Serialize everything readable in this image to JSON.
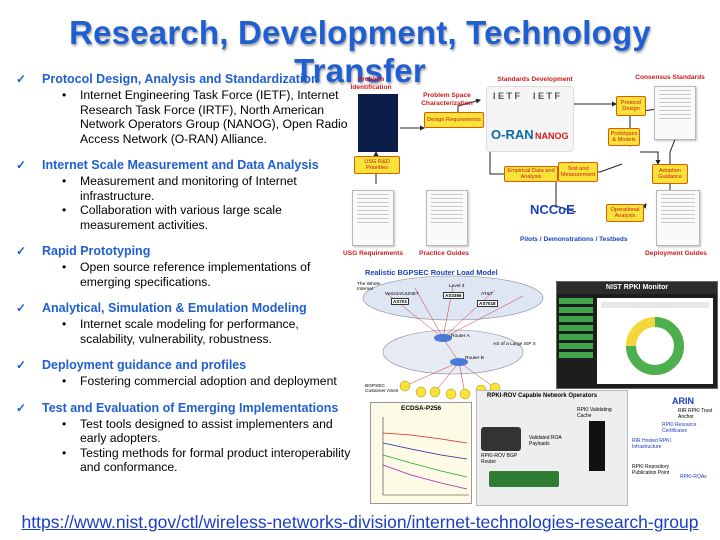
{
  "slide": {
    "title": "Research, Development, Technology Transfer",
    "url": "https://www.nist.gov/ctl/wireless-networks-division/internet-technologies-research-group"
  },
  "bullets": [
    {
      "heading": "Protocol Design, Analysis and Standardization",
      "items": [
        "Internet Engineering Task Force (IETF), Internet Research Task Force (IRTF), North American Network Operators Group (NANOG), Open Radio Access Network (O-RAN) Alliance."
      ]
    },
    {
      "heading": "Internet Scale Measurement and Data Analysis",
      "items": [
        "Measurement and monitoring of Internet infrastructure.",
        "Collaboration with various large scale measurement activities."
      ]
    },
    {
      "heading": "Rapid Prototyping",
      "items": [
        "Open source reference implementations of emerging specifications."
      ]
    },
    {
      "heading": "Analytical, Simulation & Emulation Modeling",
      "items": [
        "Internet scale modeling for performance, scalability, vulnerability, robustness."
      ]
    },
    {
      "heading": "Deployment guidance and profiles",
      "items": [
        "Fostering commercial adoption and deployment"
      ]
    },
    {
      "heading": "Test and Evaluation of Emerging Implementations",
      "items": [
        "Test tools designed to assist implementers and early adopters.",
        "Testing methods for formal product interoperability and conformance."
      ]
    }
  ],
  "diagram": {
    "problem_identification": "Problem Identification",
    "problem_space": "Problem Space Characterization",
    "standards_development": "Standards Development",
    "consensus_standards": "Consensus Standards",
    "design_requirements": "Design Requirements",
    "usg_priorities": "USG R&D Priorities",
    "protocol_design": "Protocol Design",
    "prototypes_models": "Prototypes & Models",
    "adoption_guidance": "Adoption Guidance",
    "empirical": "Empirical Data and Analysis",
    "test_measurement": "Test and Measurement",
    "operational_analysis": "Operational Analysis",
    "pilots": "Pilots / Demonstrations / Testbeds",
    "usg_requirements": "USG Requirements",
    "practice_guides": "Practice Guides",
    "deployment_guides": "Deployment Guides",
    "logos": {
      "ietf": "I E T F",
      "oran": "O-RAN",
      "nanog": "NANOG",
      "nccoe": "NCCoE"
    }
  },
  "bgpsec": {
    "title": "Realistic BGPSEC Router Load Model",
    "whole_internet": "The Whole Internet",
    "verizon": "Verizon/UUNET",
    "level3": "Level 3",
    "att": "AT&T",
    "as1": "AS701",
    "as2": "AS3356",
    "as3": "AS7018",
    "router_a": "Router A",
    "router_b": "Router B",
    "large_isp": "AS of a Large ISP X",
    "customer": "BGPSEC Customer ASes"
  },
  "monitor": {
    "title": "NIST RPKI Monitor"
  },
  "rov": {
    "capable": "RPKI-ROV Capable Network Operators",
    "cache": "RPKI Validating Cache",
    "router": "RPKI-ROV BGP Router",
    "payloads": "Validated ROA Payloads",
    "hosted": "RIR Hosted RPKI Infrastructure",
    "repository": "RPKI Repository Publication Point",
    "roas": "RPKI-ROAs",
    "certs": "RPKI Resource Certificates",
    "anchor": "RIR RPKI Trust Anchor",
    "arin": "ARIN",
    "plot_title": "ECDSA-P256"
  }
}
